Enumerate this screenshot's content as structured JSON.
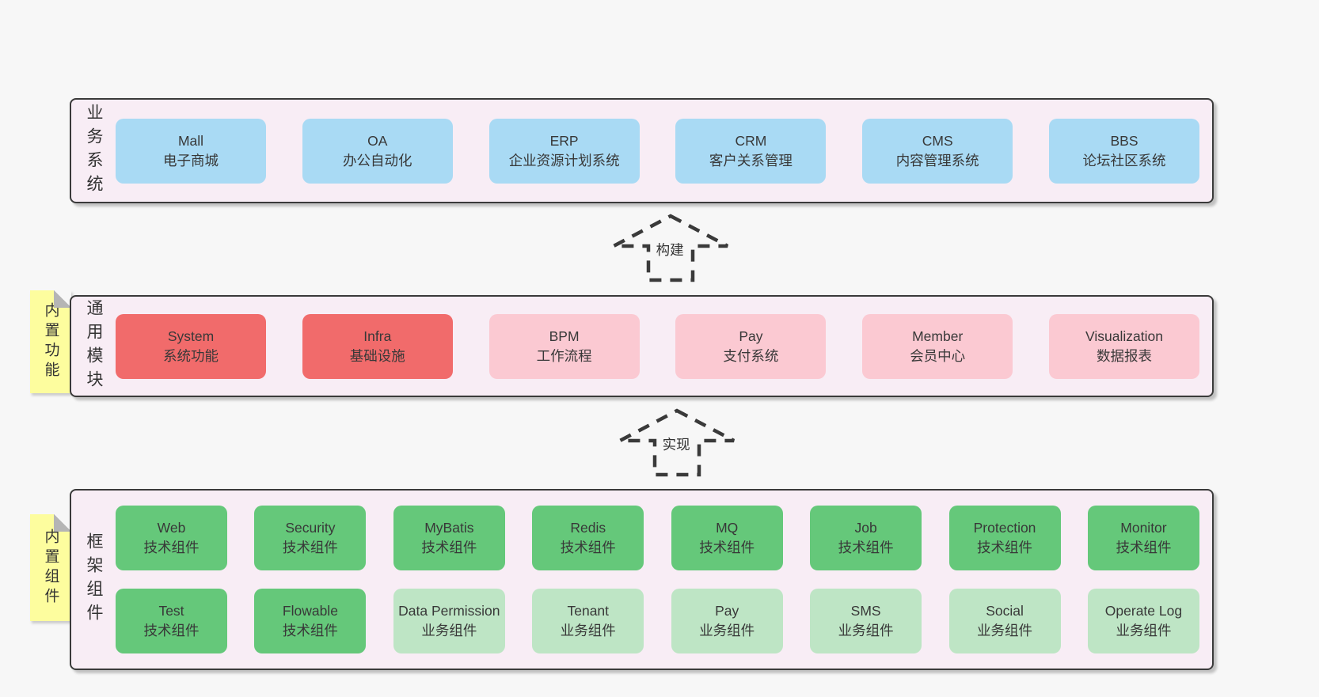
{
  "colors": {
    "page_bg": "#f7f7f7",
    "panel_bg": "#f8edf5",
    "panel_border": "#3a3a3a",
    "blue": "#a9daf4",
    "red": "#f16b6b",
    "pink": "#fbc9d2",
    "green": "#65c87a",
    "lightgreen": "#bee5c5",
    "sticky_yellow": "#fdfd9e",
    "sticky_fold": "#b5b5b5",
    "arrow": "#3a3a3a",
    "text": "#383838"
  },
  "arrows": [
    {
      "id": "build",
      "label": "构建"
    },
    {
      "id": "implement",
      "label": "实现"
    }
  ],
  "sections": [
    {
      "id": "business",
      "label": "业务系统",
      "sticky": null,
      "rows": [
        [
          {
            "name": "Mall",
            "desc": "电子商城",
            "color": "blue"
          },
          {
            "name": "OA",
            "desc": "办公自动化",
            "color": "blue"
          },
          {
            "name": "ERP",
            "desc": "企业资源计划系统",
            "color": "blue"
          },
          {
            "name": "CRM",
            "desc": "客户关系管理",
            "color": "blue"
          },
          {
            "name": "CMS",
            "desc": "内容管理系统",
            "color": "blue"
          },
          {
            "name": "BBS",
            "desc": "论坛社区系统",
            "color": "blue"
          }
        ]
      ]
    },
    {
      "id": "modules",
      "label": "通用模块",
      "sticky": "内置功能",
      "rows": [
        [
          {
            "name": "System",
            "desc": "系统功能",
            "color": "red"
          },
          {
            "name": "Infra",
            "desc": "基础设施",
            "color": "red"
          },
          {
            "name": "BPM",
            "desc": "工作流程",
            "color": "pink"
          },
          {
            "name": "Pay",
            "desc": "支付系统",
            "color": "pink"
          },
          {
            "name": "Member",
            "desc": "会员中心",
            "color": "pink"
          },
          {
            "name": "Visualization",
            "desc": "数据报表",
            "color": "pink"
          }
        ]
      ]
    },
    {
      "id": "components",
      "label": "框架组件",
      "sticky": "内置组件",
      "rows": [
        [
          {
            "name": "Web",
            "desc": "技术组件",
            "color": "green"
          },
          {
            "name": "Security",
            "desc": "技术组件",
            "color": "green"
          },
          {
            "name": "MyBatis",
            "desc": "技术组件",
            "color": "green"
          },
          {
            "name": "Redis",
            "desc": "技术组件",
            "color": "green"
          },
          {
            "name": "MQ",
            "desc": "技术组件",
            "color": "green"
          },
          {
            "name": "Job",
            "desc": "技术组件",
            "color": "green"
          },
          {
            "name": "Protection",
            "desc": "技术组件",
            "color": "green"
          },
          {
            "name": "Monitor",
            "desc": "技术组件",
            "color": "green"
          }
        ],
        [
          {
            "name": "Test",
            "desc": "技术组件",
            "color": "green"
          },
          {
            "name": "Flowable",
            "desc": "技术组件",
            "color": "green"
          },
          {
            "name": "Data Permission",
            "desc": "业务组件",
            "color": "lightgreen"
          },
          {
            "name": "Tenant",
            "desc": "业务组件",
            "color": "lightgreen"
          },
          {
            "name": "Pay",
            "desc": "业务组件",
            "color": "lightgreen"
          },
          {
            "name": "SMS",
            "desc": "业务组件",
            "color": "lightgreen"
          },
          {
            "name": "Social",
            "desc": "业务组件",
            "color": "lightgreen"
          },
          {
            "name": "Operate Log",
            "desc": "业务组件",
            "color": "lightgreen"
          }
        ]
      ]
    }
  ]
}
